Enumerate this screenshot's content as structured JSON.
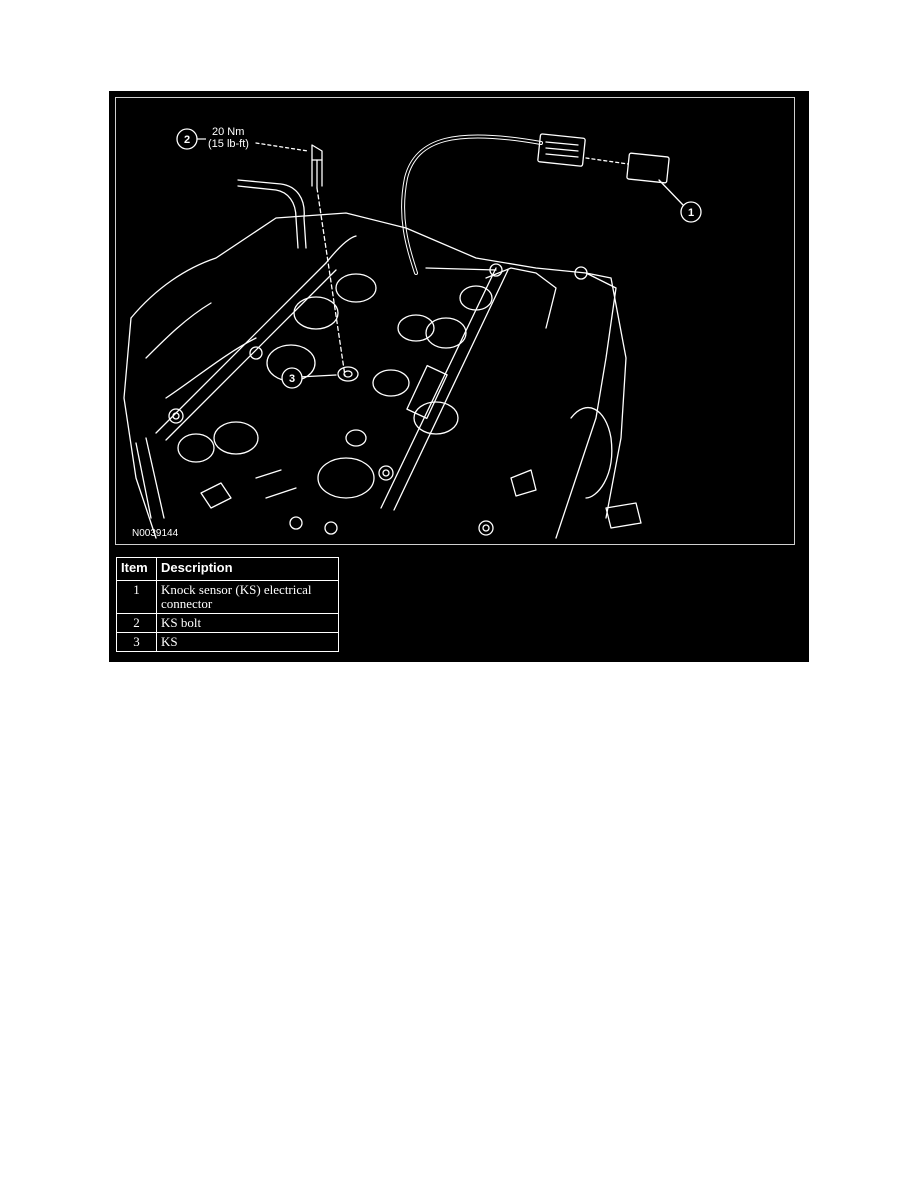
{
  "figure": {
    "id": "N0039144",
    "callouts": {
      "c1": "1",
      "c2": "2",
      "c3": "3",
      "torque_nm": "20 Nm",
      "torque_lbft": "(15 lb-ft)"
    }
  },
  "legend": {
    "headers": [
      "Item",
      "Description"
    ],
    "rows": [
      {
        "item": "1",
        "description": "Knock sensor (KS) electrical connector"
      },
      {
        "item": "2",
        "description": "KS bolt"
      },
      {
        "item": "3",
        "description": "KS"
      }
    ]
  },
  "colors": {
    "background": "#000000",
    "line_art": "#ffffff",
    "page": "#ffffff"
  }
}
